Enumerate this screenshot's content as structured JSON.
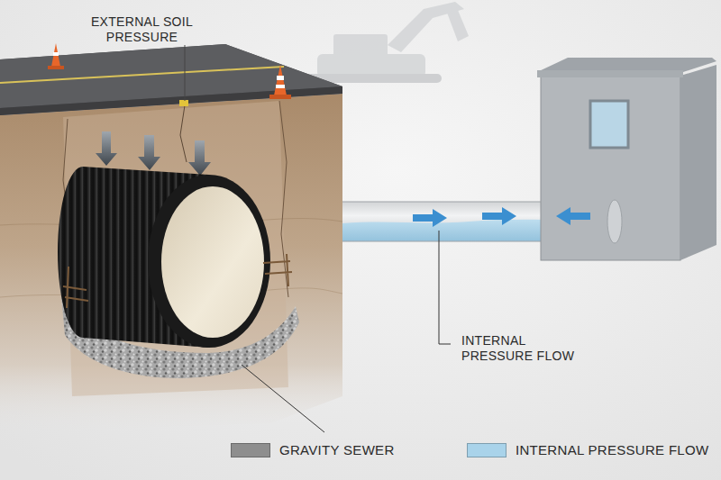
{
  "diagram": {
    "labels": [
      "EXTERNAL SOIL PRESSURE",
      "INTERNAL PRESSURE FLOW"
    ],
    "legend": [
      {
        "text": "GRAVITY SEWER",
        "color": "#8e8e8e"
      },
      {
        "text": "INTERNAL PRESSURE FLOW",
        "color": "#a9d3ea"
      }
    ]
  }
}
